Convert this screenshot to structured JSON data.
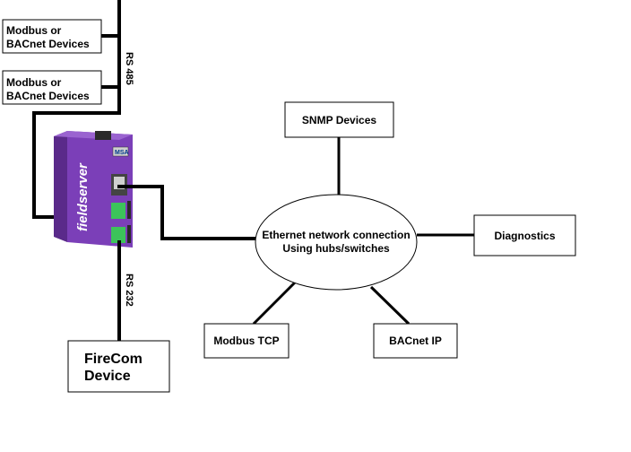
{
  "diagram": {
    "devices": {
      "modbus_bacnet_1": {
        "line1": "Modbus or",
        "line2": "BACnet Devices"
      },
      "modbus_bacnet_2": {
        "line1": "Modbus or",
        "line2": "BACnet Devices"
      },
      "snmp": {
        "label": "SNMP Devices"
      },
      "diagnostics": {
        "label": "Diagnostics"
      },
      "modbus_tcp": {
        "label": "Modbus TCP"
      },
      "bacnet_ip": {
        "label": "BACnet IP"
      },
      "firecom": {
        "line1": "FireCom",
        "line2": "Device"
      }
    },
    "network": {
      "line1": "Ethernet network connection",
      "line2": "Using hubs/switches"
    },
    "wires": {
      "rs485": "RS 485",
      "rs232": "RS 232"
    },
    "gateway": {
      "brand": "fieldserver",
      "logo": "MSA"
    },
    "colors": {
      "gateway_body": "#7b3fb8",
      "gateway_shadow": "#5a2a8a",
      "terminal_green": "#3cc45a",
      "line": "#000000"
    }
  }
}
